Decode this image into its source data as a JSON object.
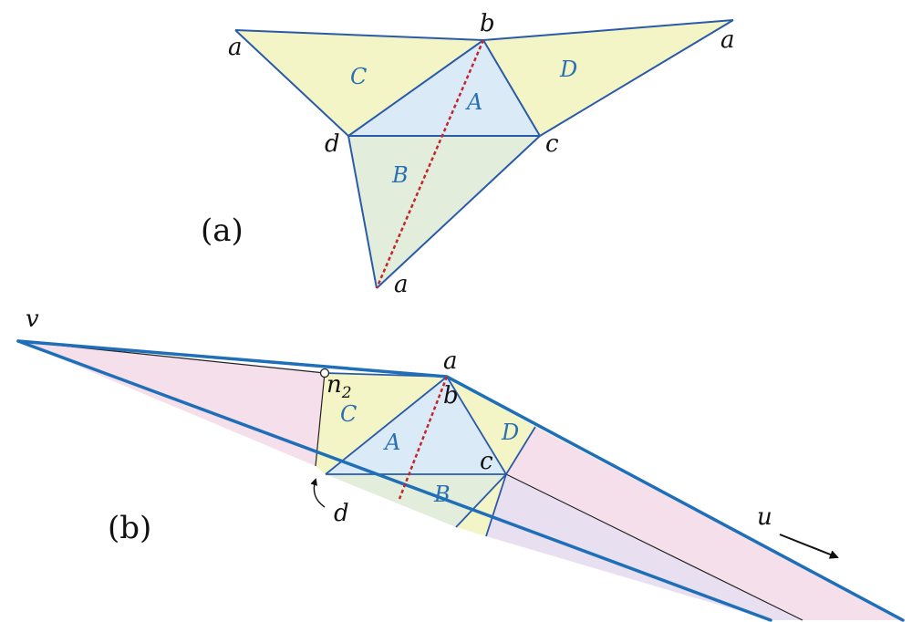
{
  "colors": {
    "yellow_face": "#f4f5c6",
    "blue_face": "#dbeaf7",
    "green_face": "#e2eddc",
    "pink_region": "#f5dfeb",
    "lavender_region": "#e8e0f0",
    "edge_blue": "#2a5aa8",
    "boundary_blue": "#1f6fb8",
    "diagonal_red": "#c0282c",
    "label_blue": "#2a6fb0"
  },
  "panel_a": {
    "caption": "(a)",
    "vertices": {
      "a_left": "a",
      "a_right": "a",
      "a_bottom": "a",
      "b": "b",
      "c": "c",
      "d": "d"
    },
    "faces": {
      "A": "A",
      "B": "B",
      "C": "C",
      "D": "D"
    }
  },
  "panel_b": {
    "caption": "(b)",
    "vertices": {
      "v": "v",
      "a": "a",
      "b": "b",
      "c": "c",
      "d": "d",
      "u": "u"
    },
    "point": {
      "main": "n",
      "subscript": "2"
    },
    "faces": {
      "A": "A",
      "B": "B",
      "C": "C",
      "D": "D"
    }
  }
}
